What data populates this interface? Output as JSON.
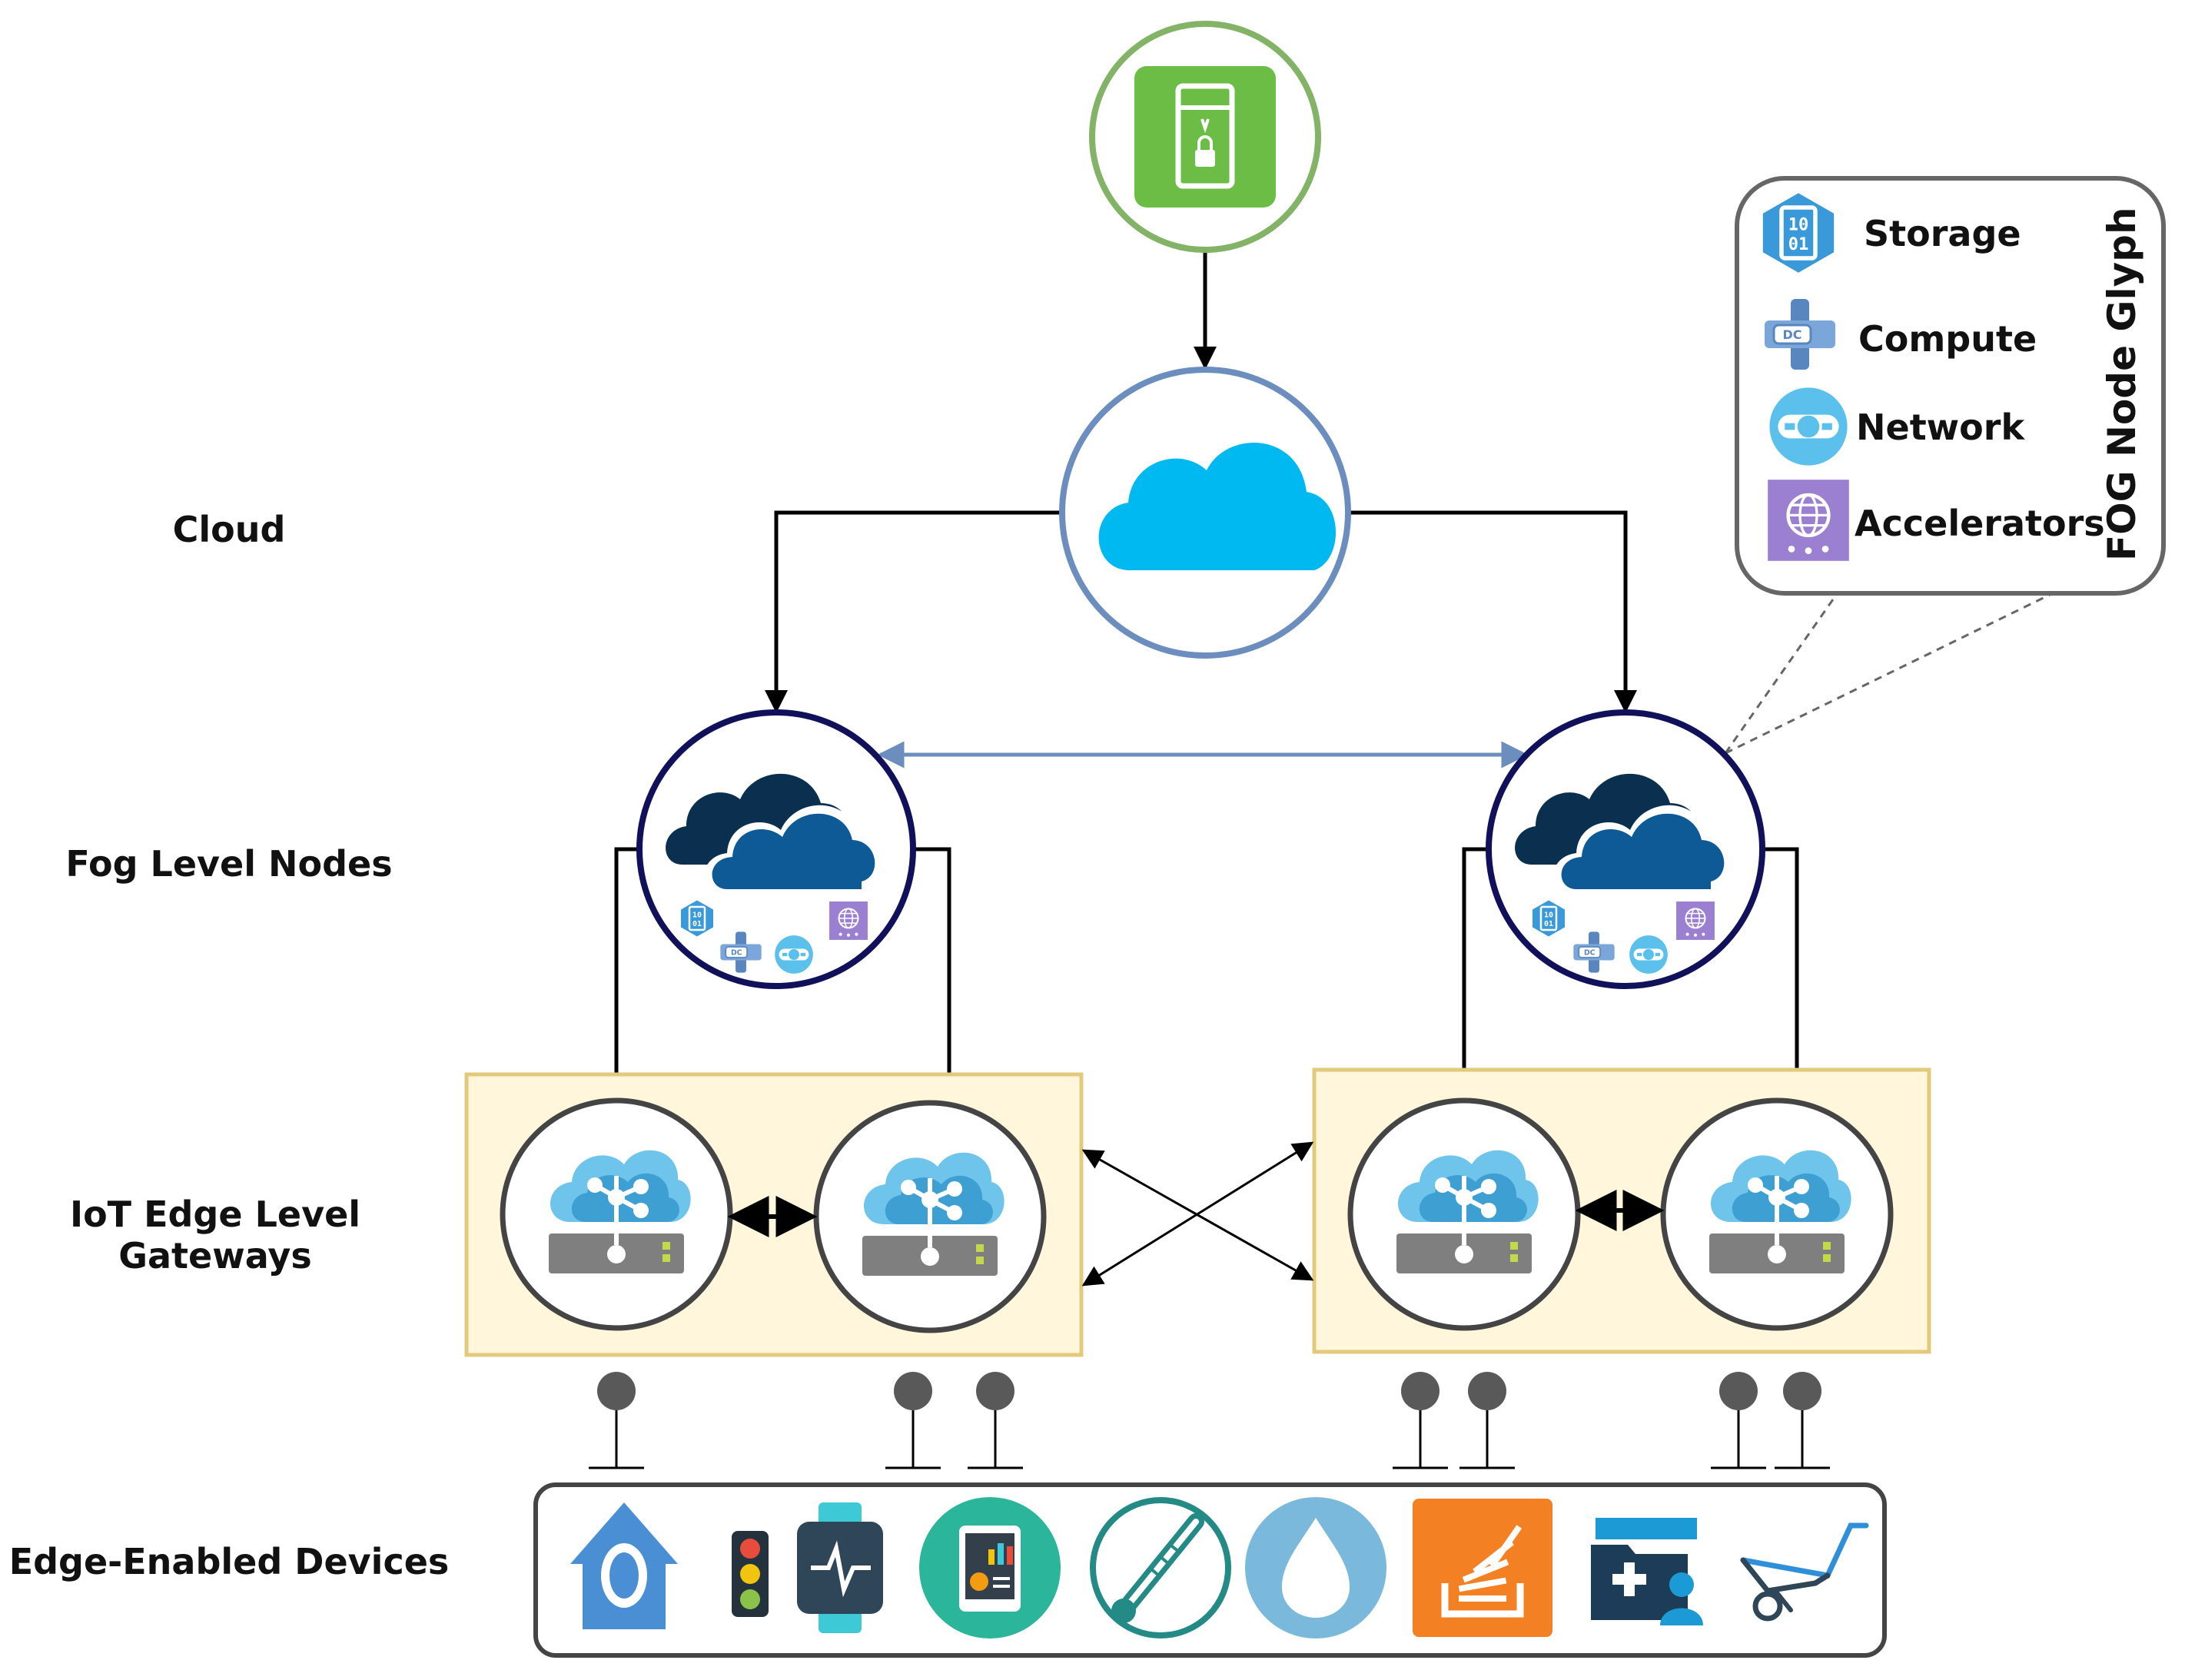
{
  "levels": {
    "cloud": "Cloud",
    "fog": "Fog Level Nodes",
    "gateways_line1": "IoT Edge Level",
    "gateways_line2": "Gateways",
    "devices": "Edge-Enabled Devices"
  },
  "legend": {
    "title": "FOG Node Glyph",
    "items": [
      {
        "label": "Storage",
        "icon": "storage-icon"
      },
      {
        "label": "Compute",
        "icon": "compute-icon"
      },
      {
        "label": "Network",
        "icon": "network-icon"
      },
      {
        "label": "Accelerators",
        "icon": "accelerators-icon"
      }
    ]
  },
  "icons": {
    "top": "secure-server-icon",
    "cloud": "cloud-icon",
    "fog": "fog-cloud-icon",
    "gateway": "iot-edge-gateway-icon",
    "devices": [
      "smart-home-icon",
      "traffic-light-icon",
      "smartwatch-icon",
      "tablet-dashboard-icon",
      "thermometer-icon",
      "water-drop-icon",
      "stack-icon",
      "medical-records-icon",
      "wheelbarrow-icon"
    ]
  },
  "colors": {
    "server_green": "#6bbd45",
    "server_ring": "#82b366",
    "cloud_blue": "#00b9f1",
    "cloud_ring": "#6c8ebf",
    "fog_ring": "#10115a",
    "gateway_box_fill": "#fff6dc",
    "gateway_box_stroke": "#e3c97c",
    "peer_link": "#6c8ebf",
    "storage": "#3a9ad9",
    "compute": "#5a86c0",
    "network": "#5bc0eb",
    "accelerators": "#9b7fd0"
  }
}
